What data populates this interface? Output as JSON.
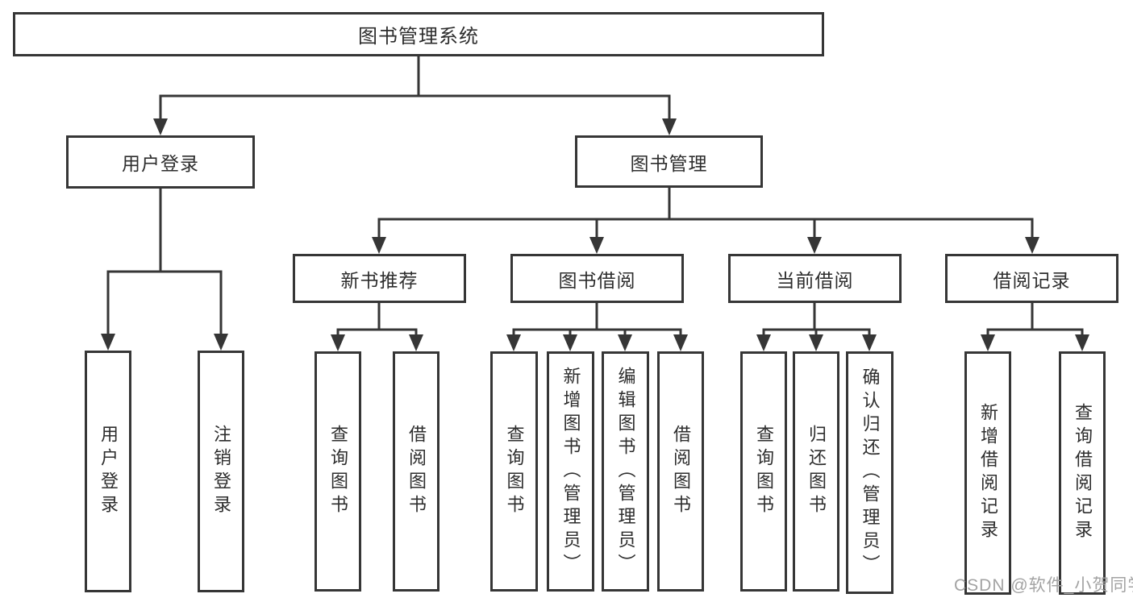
{
  "diagram": {
    "root": "图书管理系统",
    "level2": {
      "user_login": "用户登录",
      "book_mgmt": "图书管理"
    },
    "level3": {
      "new_books": "新书推荐",
      "book_borrow": "图书借阅",
      "current_borrow": "当前借阅",
      "borrow_records": "借阅记录"
    },
    "level4": {
      "user_login_children": {
        "login": "用户登录",
        "logout": "注销登录"
      },
      "new_books_children": {
        "query_books": "查询图书",
        "borrow_books": "借阅图书"
      },
      "book_borrow_children": {
        "query_books": "查询图书",
        "add_books_admin": "新增图书（管理员）",
        "edit_books_admin": "编辑图书（管理员）",
        "borrow_books": "借阅图书"
      },
      "current_borrow_children": {
        "query_books": "查询图书",
        "return_books": "归还图书",
        "confirm_return_admin": "确认归还（管理员）"
      },
      "borrow_records_children": {
        "add_record": "新增借阅记录",
        "query_record": "查询借阅记录"
      }
    }
  },
  "watermark": "CSDN @软件_小贺同学",
  "colors": {
    "line": "#363636",
    "text": "#2d2d2d",
    "background": "#ffffff",
    "watermark": "#a3a3a3"
  }
}
